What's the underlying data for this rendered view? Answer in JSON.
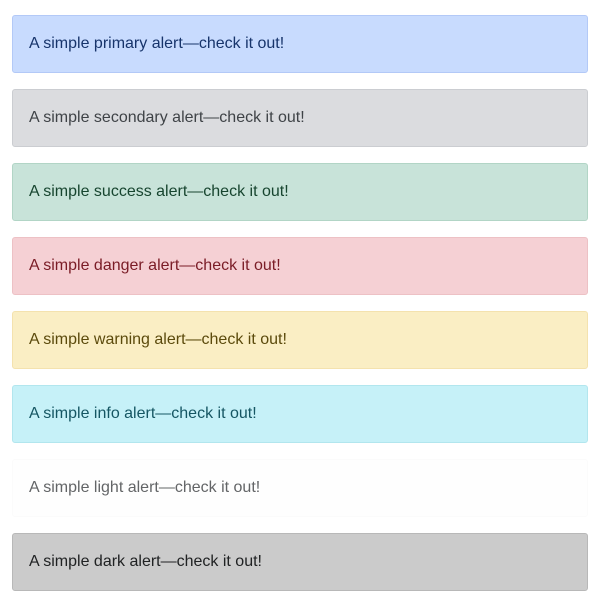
{
  "alerts": [
    {
      "variant": "primary",
      "text": "A simple primary alert—check it out!",
      "background": "#c8dbfe",
      "text_color": "#17346b"
    },
    {
      "variant": "secondary",
      "text": "A simple secondary alert—check it out!",
      "background": "#dbdcdf",
      "text_color": "#3f4347"
    },
    {
      "variant": "success",
      "text": "A simple success alert—check it out!",
      "background": "#c8e3d9",
      "text_color": "#17452f"
    },
    {
      "variant": "danger",
      "text": "A simple danger alert—check it out!",
      "background": "#f5d0d4",
      "text_color": "#7a1c26"
    },
    {
      "variant": "warning",
      "text": "A simple warning alert—check it out!",
      "background": "#faeec4",
      "text_color": "#5b4a0c"
    },
    {
      "variant": "info",
      "text": "A simple info alert—check it out!",
      "background": "#c6f1f8",
      "text_color": "#155663"
    },
    {
      "variant": "light",
      "text": "A simple light alert—check it out!",
      "background": "#fefefe",
      "text_color": "#636567"
    },
    {
      "variant": "dark",
      "text": "A simple dark alert—check it out!",
      "background": "#cbcbcb",
      "text_color": "#202223"
    }
  ]
}
